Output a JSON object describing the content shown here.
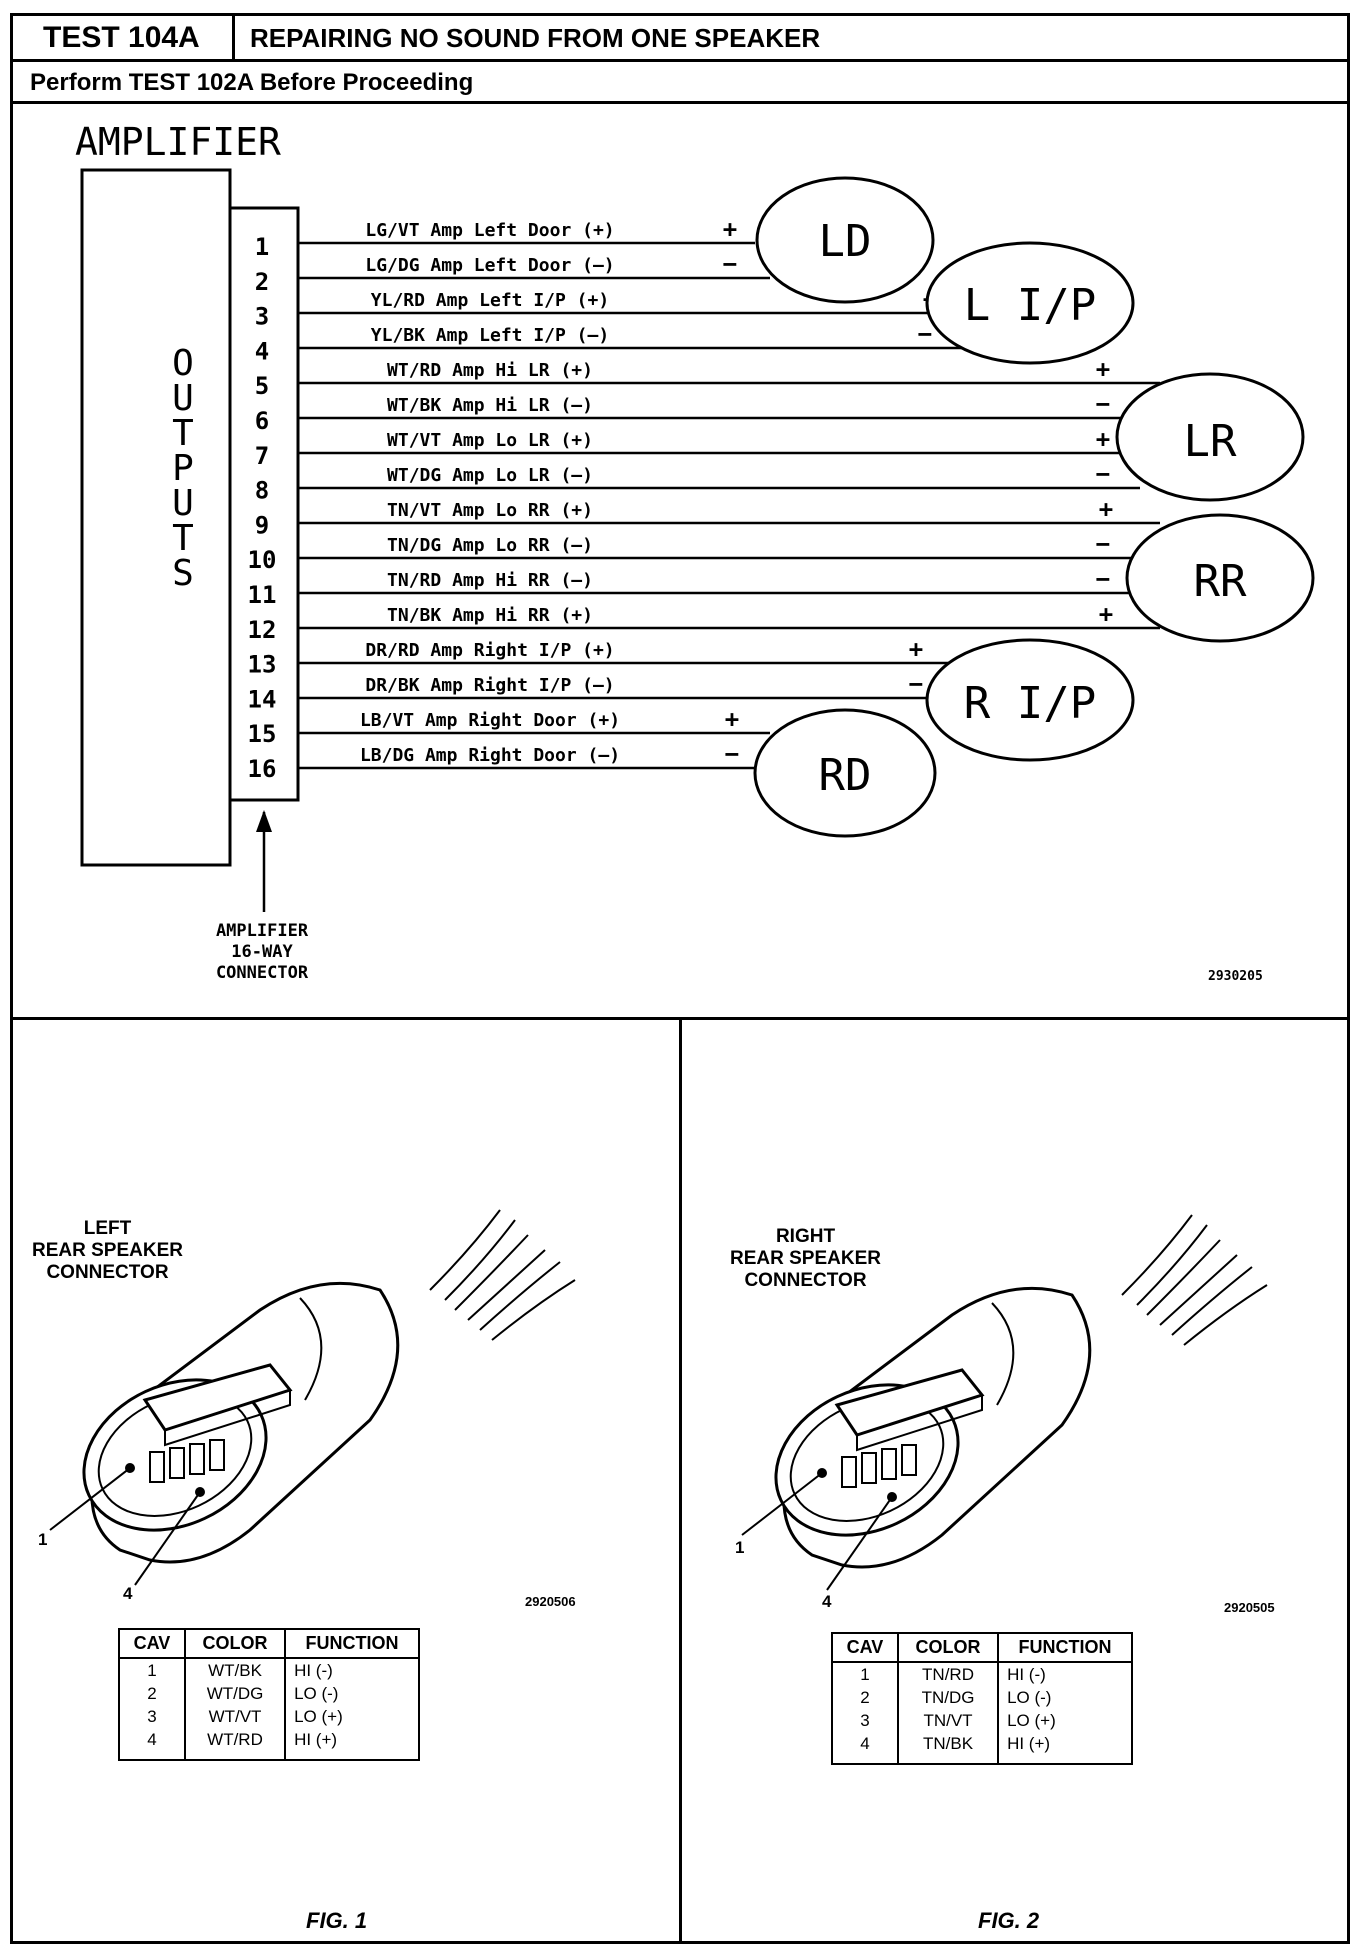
{
  "header": {
    "test_id": "TEST 104A",
    "title": "REPAIRING NO SOUND FROM ONE SPEAKER",
    "subtitle": "Perform TEST 102A Before Proceeding"
  },
  "schematic": {
    "amplifier_label": "AMPLIFIER",
    "outputs_label": [
      "O",
      "U",
      "T",
      "P",
      "U",
      "T",
      "S"
    ],
    "pins": [
      "1",
      "2",
      "3",
      "4",
      "5",
      "6",
      "7",
      "8",
      "9",
      "10",
      "11",
      "12",
      "13",
      "14",
      "15",
      "16"
    ],
    "wires": [
      "LG/VT Amp Left Door (+)",
      "LG/DG Amp Left Door (–)",
      "YL/RD Amp Left I/P (+)",
      "YL/BK Amp Left I/P (–)",
      "WT/RD Amp Hi LR (+)",
      "WT/BK Amp Hi LR (–)",
      "WT/VT Amp Lo LR (+)",
      "WT/DG Amp Lo LR (–)",
      "TN/VT Amp Lo RR (+)",
      "TN/DG Amp Lo RR (–)",
      "TN/RD Amp Hi RR (–)",
      "TN/BK Amp Hi RR (+)",
      "DR/RD Amp Right I/P (+)",
      "DR/BK Amp Right I/P (–)",
      "LB/VT Amp Right Door (+)",
      "LB/DG Amp Right Door (–)"
    ],
    "speakers": [
      "LD",
      "L I/P",
      "LR",
      "RR",
      "R I/P",
      "RD"
    ],
    "connector_label": [
      "AMPLIFIER",
      "16-WAY",
      "CONNECTOR"
    ],
    "ref_number": "2930205"
  },
  "fig1": {
    "label": [
      "LEFT",
      "REAR SPEAKER",
      "CONNECTOR"
    ],
    "pin1": "1",
    "pin4": "4",
    "ref_number": "2920506",
    "caption": "FIG. 1",
    "table": {
      "headers": [
        "CAV",
        "COLOR",
        "FUNCTION"
      ],
      "rows": [
        [
          "1",
          "WT/BK",
          "HI (-)"
        ],
        [
          "2",
          "WT/DG",
          "LO (-)"
        ],
        [
          "3",
          "WT/VT",
          "LO (+)"
        ],
        [
          "4",
          "WT/RD",
          "HI (+)"
        ]
      ]
    }
  },
  "fig2": {
    "label": [
      "RIGHT",
      "REAR SPEAKER",
      "CONNECTOR"
    ],
    "pin1": "1",
    "pin4": "4",
    "ref_number": "2920505",
    "caption": "FIG. 2",
    "table": {
      "headers": [
        "CAV",
        "COLOR",
        "FUNCTION"
      ],
      "rows": [
        [
          "1",
          "TN/RD",
          "HI (-)"
        ],
        [
          "2",
          "TN/DG",
          "LO (-)"
        ],
        [
          "3",
          "TN/VT",
          "LO (+)"
        ],
        [
          "4",
          "TN/BK",
          "HI (+)"
        ]
      ]
    }
  }
}
